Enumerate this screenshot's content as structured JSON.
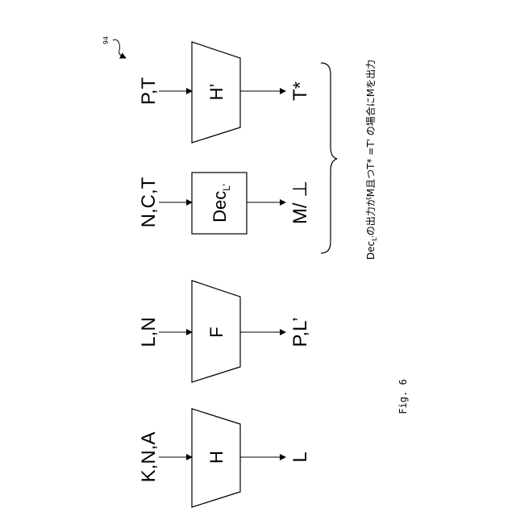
{
  "figure": {
    "ref_number": "94",
    "fig_label": "Fig. 6",
    "note": "Dec",
    "note_sub": "L'",
    "note_rest": "の出力がM且つT* =T' の場合にMを出力"
  },
  "blocks": [
    {
      "id": "H",
      "label": "H",
      "input": "K,N,A",
      "output": "L",
      "shape": "trapezoid"
    },
    {
      "id": "F",
      "label": "F",
      "input": "L,N",
      "output": "P,L’",
      "shape": "trapezoid"
    },
    {
      "id": "Dec",
      "label": "Dec",
      "label_sub": "L’",
      "input": "N,C,T",
      "output": "M/ ⊥",
      "shape": "rectangle"
    },
    {
      "id": "Hprime",
      "label": "H’",
      "input": "P,T",
      "output": "T*",
      "shape": "trapezoid"
    }
  ]
}
